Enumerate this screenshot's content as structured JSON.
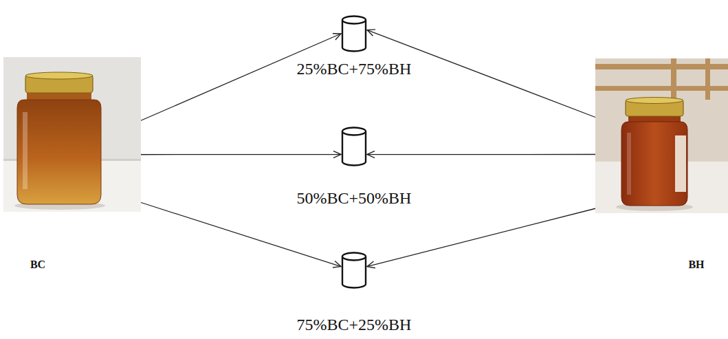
{
  "diagram": {
    "nodes": [
      {
        "text": [
          "BC"
        ]
      },
      {
        "text": [
          "25%BC+75%BH"
        ]
      },
      {
        "text": [
          "50%BC+50%BH"
        ]
      },
      {
        "text": [
          "75%BC+25%BH"
        ]
      },
      {
        "text": [
          "BH"
        ]
      }
    ],
    "edges": [
      {
        "from": 0,
        "to": 1,
        "arrow": "to"
      },
      {
        "from": 0,
        "to": 2,
        "arrow": "to"
      },
      {
        "from": 0,
        "to": 3,
        "arrow": "to"
      },
      {
        "from": 4,
        "to": 1,
        "arrow": "to"
      },
      {
        "from": 4,
        "to": 2,
        "arrow": "to"
      },
      {
        "from": 4,
        "to": 3,
        "arrow": "to"
      }
    ]
  }
}
